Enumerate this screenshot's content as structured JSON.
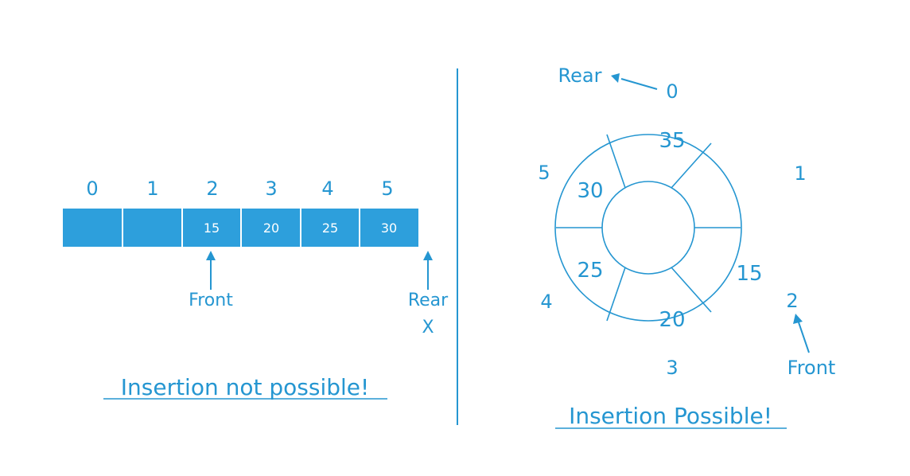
{
  "colors": {
    "accent": "#2596d1",
    "cell_fill": "#2d9fdc",
    "background": "#ffffff"
  },
  "linear": {
    "indices": [
      "0",
      "1",
      "2",
      "3",
      "4",
      "5"
    ],
    "cells": [
      "",
      "",
      "15",
      "20",
      "25",
      "30"
    ],
    "front_label": "Front",
    "rear_label": "Rear",
    "rear_mark": "X",
    "caption": "Insertion not possible!"
  },
  "circular": {
    "positions": [
      "0",
      "1",
      "2",
      "3",
      "4",
      "5"
    ],
    "segments": [
      "35",
      "",
      "15",
      "20",
      "25",
      "30"
    ],
    "rear_label": "Rear",
    "front_label": "Front",
    "caption": "Insertion Possible!"
  }
}
